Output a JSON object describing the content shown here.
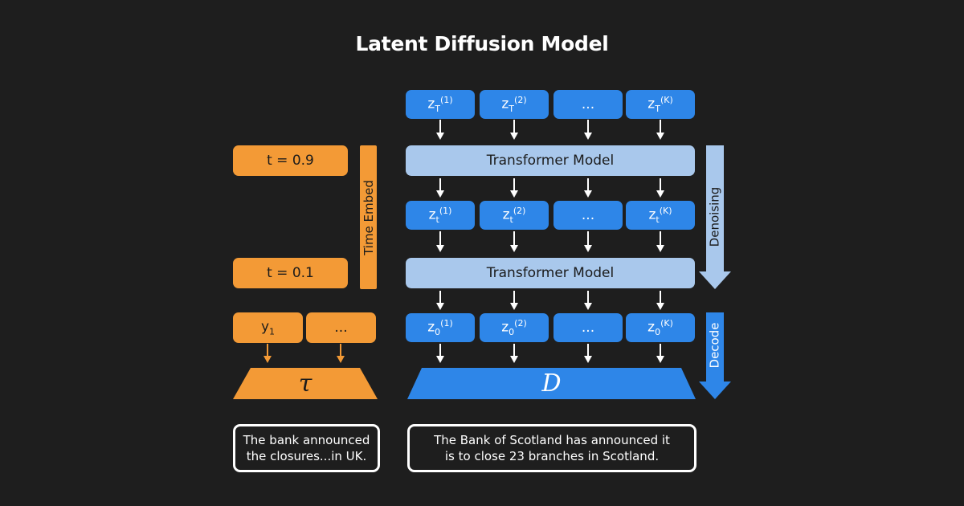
{
  "title": "Latent Diffusion Model",
  "latent_rows": {
    "top": [
      {
        "base": "z",
        "sub": "T",
        "sup": "(1)"
      },
      {
        "base": "z",
        "sub": "T",
        "sup": "(2)"
      },
      {
        "base": "...",
        "sub": "",
        "sup": ""
      },
      {
        "base": "z",
        "sub": "T",
        "sup": "(K)"
      }
    ],
    "middle": [
      {
        "base": "z",
        "sub": "t",
        "sup": "(1)"
      },
      {
        "base": "z",
        "sub": "t",
        "sup": "(2)"
      },
      {
        "base": "...",
        "sub": "",
        "sup": ""
      },
      {
        "base": "z",
        "sub": "t",
        "sup": "(K)"
      }
    ],
    "bottom": [
      {
        "base": "z",
        "sub": "0",
        "sup": "(1)"
      },
      {
        "base": "z",
        "sub": "0",
        "sup": "(2)"
      },
      {
        "base": "...",
        "sub": "",
        "sup": ""
      },
      {
        "base": "z",
        "sub": "0",
        "sup": "(K)"
      }
    ]
  },
  "transformer_label": "Transformer Model",
  "time_steps": {
    "high": "t = 0.9",
    "low": "t = 0.1"
  },
  "time_embed_label": "Time Embed",
  "denoising_label": "Denoising",
  "decode_label": "Decode",
  "tokens": {
    "first_base": "y",
    "first_sub": "1",
    "rest": "..."
  },
  "encoder_symbol": "τ",
  "decoder_symbol": "D",
  "input_text": "The bank announced the closures...in UK.",
  "output_text": "The Bank of Scotland has announced it is to close 23 branches in Scotland.",
  "colors": {
    "background": "#1e1e1e",
    "latent_blue": "#2e86e8",
    "transformer_blue": "#a9c8ec",
    "orange": "#f39a36",
    "arrow_white": "#ffffff"
  }
}
